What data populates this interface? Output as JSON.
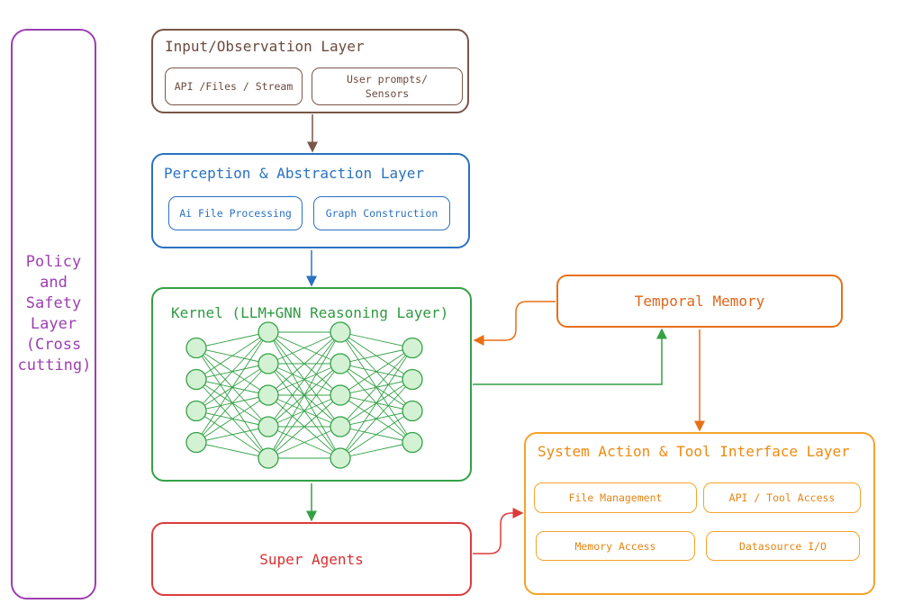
{
  "policy": {
    "label": "Policy and Safety Layer (Cross cutting)"
  },
  "input": {
    "title": "Input/Observation Layer",
    "items": [
      "API /Files / Stream",
      "User prompts/ Sensors"
    ]
  },
  "perception": {
    "title": "Perception & Abstraction Layer",
    "items": [
      "Ai File Processing",
      "Graph Construction"
    ]
  },
  "kernel": {
    "title": "Kernel (LLM+GNN Reasoning Layer)"
  },
  "temporal_memory": {
    "label": "Temporal Memory"
  },
  "system_action": {
    "title": "System Action & Tool Interface Layer",
    "items": [
      "File Management",
      "API / Tool Access",
      "Memory Access",
      "Datasource I/O"
    ]
  },
  "super_agents": {
    "label": "Super Agents"
  },
  "neural_net": {
    "layers": [
      4,
      5,
      5,
      4
    ]
  },
  "colors": {
    "policy": "#9c3fb0",
    "input": "#7a5648",
    "perception": "#2a72c0",
    "kernel": "#34a146",
    "temporal": "#e96f16",
    "system": "#f5a32a",
    "agents": "#dd3b3b",
    "node_fill": "#d3f2d3"
  }
}
